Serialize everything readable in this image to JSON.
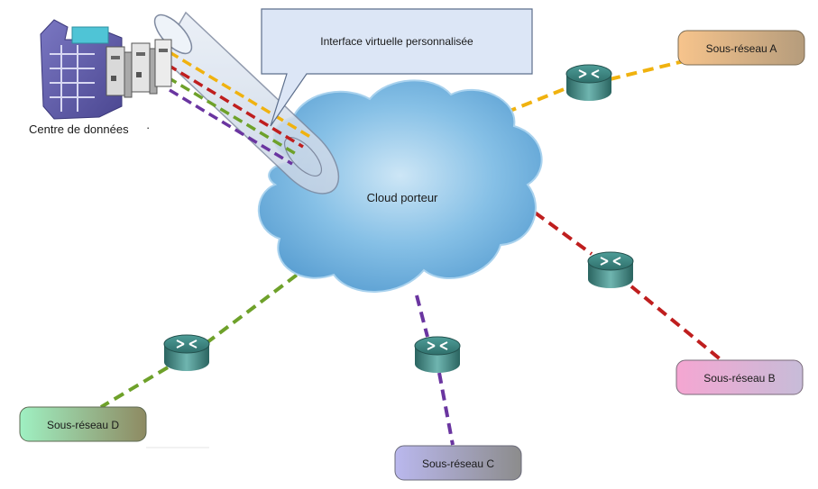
{
  "callout": {
    "label": "Interface virtuelle personnalisée"
  },
  "datacenter": {
    "label": "Centre de données",
    "dot": "·"
  },
  "cloud": {
    "label": "Cloud porteur",
    "color": "#6fb1dd"
  },
  "subnets": {
    "a": {
      "label": "Sous-réseau A",
      "color": "#e8b27a"
    },
    "b": {
      "label": "Sous-réseau B",
      "color": "#e8a8d4"
    },
    "c": {
      "label": "Sous-réseau C",
      "color": "#b7b4e4"
    },
    "d": {
      "label": "Sous-réseau D",
      "color": "#a8e8c0"
    }
  },
  "link_colors": {
    "a": "#f0b20f",
    "b": "#bf1e1e",
    "c": "#6a35a0",
    "d": "#6ea12a"
  },
  "icons": [
    "router-icon",
    "server-rack-icon",
    "cloud-icon",
    "tunnel-icon"
  ]
}
